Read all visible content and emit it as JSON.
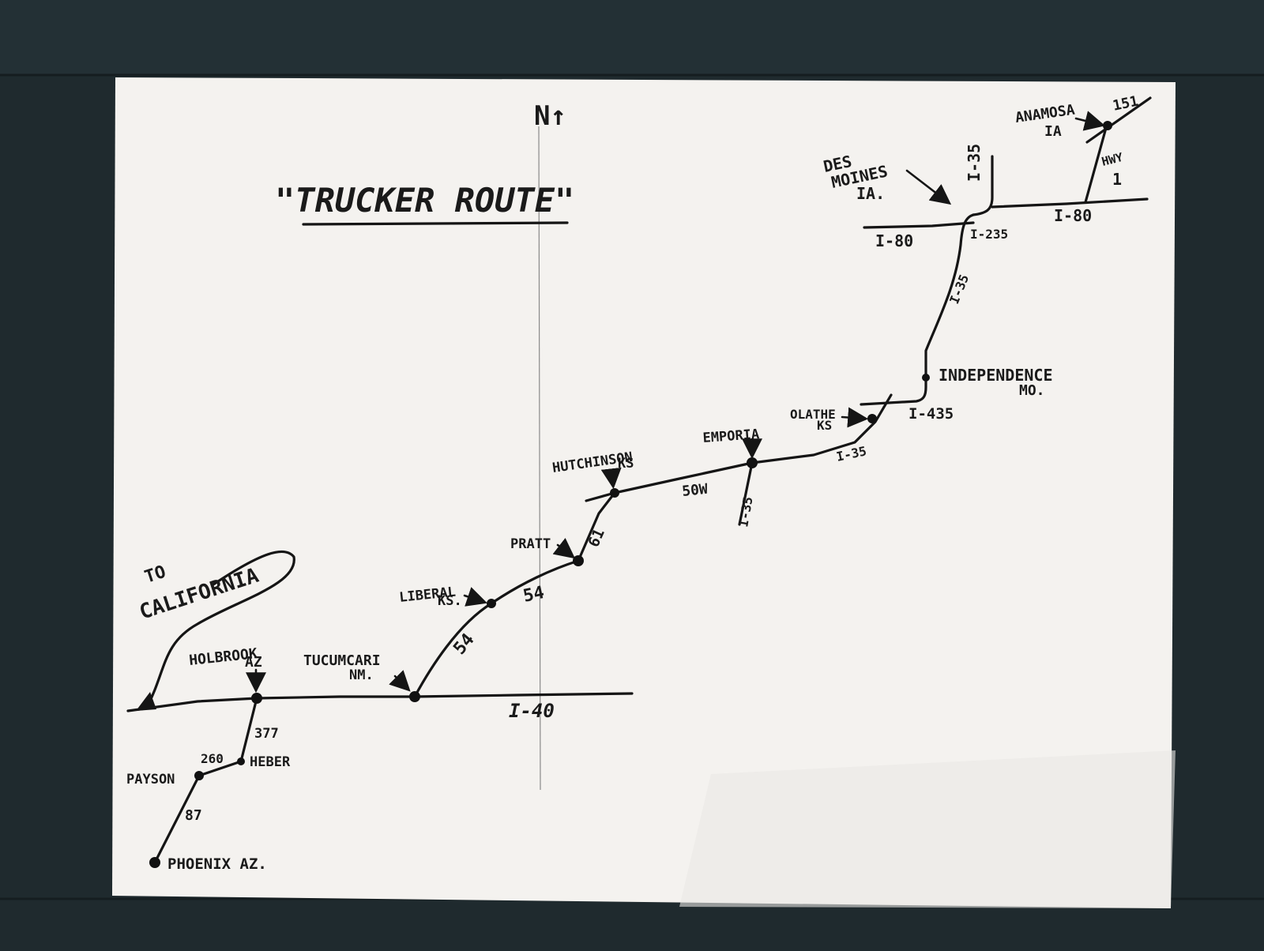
{
  "map": {
    "title": "\"TRUCKER ROUTE\"",
    "north": "N↑",
    "to_california": [
      "TO",
      "CALIFORNIA"
    ],
    "places": {
      "anamosa": [
        "ANAMOSA",
        "IA"
      ],
      "des_moines": [
        "DES",
        "MOINES",
        "IA."
      ],
      "independence": [
        "INDEPENDENCE",
        "MO."
      ],
      "olathe": [
        "OLATHE",
        "KS"
      ],
      "emporia": [
        "EMPORIA"
      ],
      "hutchinson": [
        "HUTCHINSON",
        "KS"
      ],
      "pratt": [
        "PRATT"
      ],
      "liberal": [
        "LIBERAL",
        "KS."
      ],
      "tucumcari": [
        "TUCUMCARI",
        "NM."
      ],
      "holbrook": [
        "HOLBROOK",
        "AZ"
      ],
      "heber": [
        "HEBER"
      ],
      "payson": [
        "PAYSON"
      ],
      "phoenix": [
        "PHOENIX AZ."
      ]
    },
    "roads": {
      "i80_west": "I-80",
      "i80_east": "I-80",
      "i235": "I-235",
      "i35_north": "I-35",
      "i35_mid": "I-35",
      "i435": "I-435",
      "i35_south": "I-35",
      "i35_branch": "I-35",
      "hwy151": "151",
      "hwy1": [
        "HWY",
        "1"
      ],
      "us50w": "50W",
      "us61": "61",
      "us54_upper": "54",
      "us54_lower": "54",
      "i40": "I-40",
      "sr377": "377",
      "sr260": "260",
      "sr87": "87"
    }
  }
}
